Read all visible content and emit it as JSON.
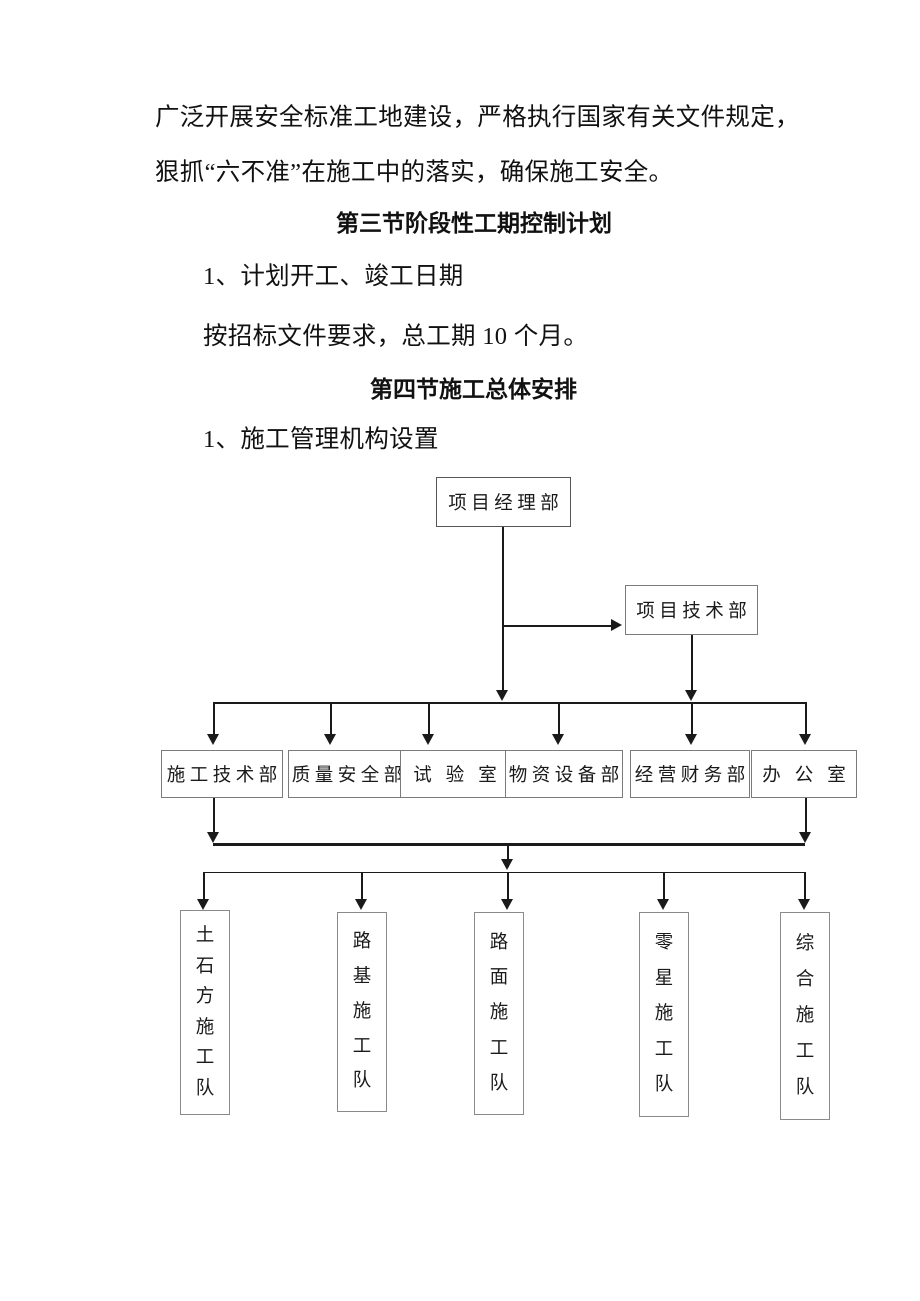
{
  "document": {
    "paragraphs": [
      {
        "text": "广泛开展安全标准工地建设，严格执行国家有关文件规定，",
        "kind": "body"
      },
      {
        "text": "狠抓“六不准”在施工中的落实，确保施工安全。",
        "kind": "body"
      },
      {
        "text": "第三节阶段性工期控制计划",
        "kind": "heading"
      },
      {
        "text": "1、计划开工、竣工日期",
        "kind": "body"
      },
      {
        "text": "按招标文件要求，总工期 10 个月。",
        "kind": "body"
      },
      {
        "text": "第四节施工总体安排",
        "kind": "heading"
      },
      {
        "text": "1、施工管理机构设置",
        "kind": "body"
      }
    ]
  },
  "chart_data": {
    "type": "diagram",
    "title": "施工管理机构设置",
    "subtype": "organization-chart",
    "levels": [
      {
        "name": "level-1",
        "nodes": [
          {
            "id": "project-manager-dept",
            "label": "项目经理部"
          }
        ]
      },
      {
        "name": "level-2",
        "nodes": [
          {
            "id": "project-technical-dept",
            "label": "项目技术部"
          }
        ]
      },
      {
        "name": "level-3",
        "nodes": [
          {
            "id": "construction-technical-dept",
            "label": "施工技术部"
          },
          {
            "id": "quality-safety-dept",
            "label": "质量安全部"
          },
          {
            "id": "testing-lab",
            "label": "试验室"
          },
          {
            "id": "materials-equipment-dept",
            "label": "物资设备部"
          },
          {
            "id": "operations-finance-dept",
            "label": "经营财务部"
          },
          {
            "id": "office",
            "label": "办公室"
          }
        ]
      },
      {
        "name": "level-4",
        "nodes": [
          {
            "id": "earthwork-team",
            "chars": [
              "土",
              "石",
              "方",
              "施",
              "工",
              "队"
            ]
          },
          {
            "id": "subgrade-team",
            "chars": [
              "路",
              "基",
              "施",
              "工",
              "队"
            ]
          },
          {
            "id": "pavement-team",
            "chars": [
              "路",
              "面",
              "施",
              "工",
              "队"
            ]
          },
          {
            "id": "sundry-team",
            "chars": [
              "零",
              "星",
              "施",
              "工",
              "队"
            ]
          },
          {
            "id": "comprehensive-team",
            "chars": [
              "综",
              "合",
              "施",
              "工",
              "队"
            ]
          }
        ]
      }
    ],
    "edges": [
      {
        "from": "project-manager-dept",
        "to": "project-technical-dept"
      },
      {
        "from": "project-manager-dept",
        "to": "level-3-bus"
      },
      {
        "from": "project-technical-dept",
        "to": "level-3-bus"
      },
      {
        "from": "construction-technical-dept",
        "to": "level-4-bus"
      },
      {
        "from": "office",
        "to": "level-4-bus"
      }
    ],
    "colors": {
      "line": "#1a1a1a",
      "box_border": "#7b7b7b",
      "background": "#ffffff",
      "text": "#1a1a1a"
    }
  },
  "nodes": {
    "project_manager": "项目经理部",
    "project_technical": "项目技术部",
    "dept_1": "施工技术部",
    "dept_2": "质量安全部",
    "dept_3": "试验室",
    "dept_4": "物资设备部",
    "dept_5": "经营财务部",
    "dept_6": "办公室",
    "team_1": [
      "土",
      "石",
      "方",
      "施",
      "工",
      "队"
    ],
    "team_2": [
      "路",
      "基",
      "施",
      "工",
      "队"
    ],
    "team_3": [
      "路",
      "面",
      "施",
      "工",
      "队"
    ],
    "team_4": [
      "零",
      "星",
      "施",
      "工",
      "队"
    ],
    "team_5": [
      "综",
      "合",
      "施",
      "工",
      "队"
    ]
  }
}
